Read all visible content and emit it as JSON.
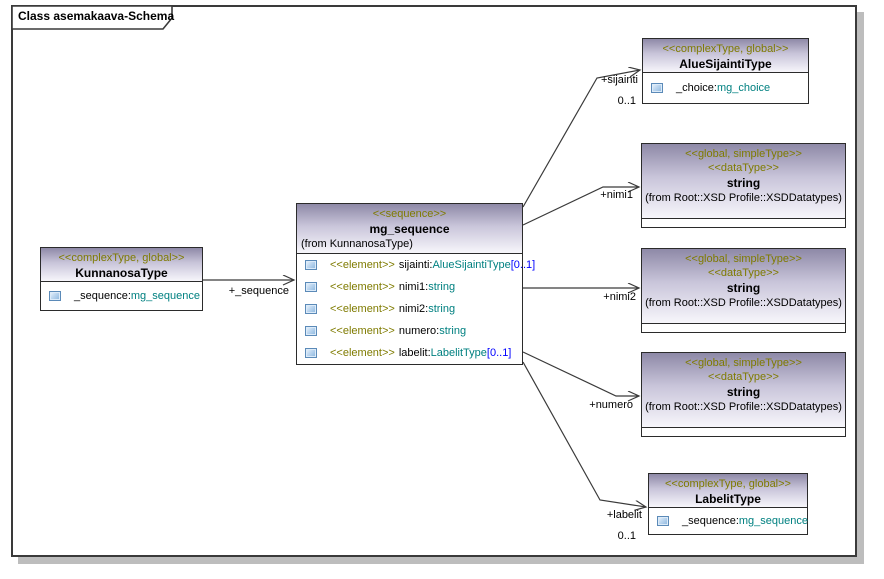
{
  "diagram": {
    "title": "Class asemakaava-Schema"
  },
  "colors": {
    "stereotype": "#7f7b00",
    "type_reference": "#008080",
    "cardinality": "#0000ff",
    "header_gradient_top": "#8e89a7",
    "header_gradient_bottom": "#f7f6fb",
    "line": "#3a3a3a"
  },
  "boxes": {
    "kunnanosa": {
      "stereotype": "<<complexType, global>>",
      "name": "KunnanosaType",
      "attrs": [
        {
          "stereotype": "",
          "name": "_sequence:",
          "type": "mg_sequence",
          "card": ""
        }
      ]
    },
    "mg_sequence": {
      "stereotype": "<<sequence>>",
      "name": "mg_sequence",
      "from": "(from KunnanosaType)",
      "attrs": [
        {
          "stereotype": "<<element>>",
          "name": "sijainti:",
          "type": "AlueSijaintiType",
          "card": "[0..1]"
        },
        {
          "stereotype": "<<element>>",
          "name": "nimi1:",
          "type": "string",
          "card": ""
        },
        {
          "stereotype": "<<element>>",
          "name": "nimi2:",
          "type": "string",
          "card": ""
        },
        {
          "stereotype": "<<element>>",
          "name": "numero:",
          "type": "string",
          "card": ""
        },
        {
          "stereotype": "<<element>>",
          "name": "labelit:",
          "type": "LabelitType",
          "card": "[0..1]"
        }
      ]
    },
    "aluesijainti": {
      "stereotype": "<<complexType, global>>",
      "name": "AlueSijaintiType",
      "attrs": [
        {
          "stereotype": "",
          "name": "_choice:",
          "type": "mg_choice",
          "card": ""
        }
      ]
    },
    "strings": [
      {
        "stereotype1": "<<global, simpleType>>",
        "stereotype2": "<<dataType>>",
        "name": "string",
        "from": "(from Root::XSD Profile::XSDDatatypes)"
      },
      {
        "stereotype1": "<<global, simpleType>>",
        "stereotype2": "<<dataType>>",
        "name": "string",
        "from": "(from Root::XSD Profile::XSDDatatypes)"
      },
      {
        "stereotype1": "<<global, simpleType>>",
        "stereotype2": "<<dataType>>",
        "name": "string",
        "from": "(from Root::XSD Profile::XSDDatatypes)"
      }
    ],
    "labelit": {
      "stereotype": "<<complexType, global>>",
      "name": "LabelitType",
      "attrs": [
        {
          "stereotype": "",
          "name": "_sequence:",
          "type": "mg_sequence",
          "card": ""
        }
      ]
    }
  },
  "connectors": {
    "sequence": {
      "label": "+_sequence",
      "card": ""
    },
    "sijainti": {
      "label": "+sijainti",
      "card": "0..1"
    },
    "nimi1": {
      "label": "+nimi1",
      "card": ""
    },
    "nimi2": {
      "label": "+nimi2",
      "card": ""
    },
    "numero": {
      "label": "+numero",
      "card": ""
    },
    "labelit": {
      "label": "+labelit",
      "card": "0..1"
    }
  }
}
